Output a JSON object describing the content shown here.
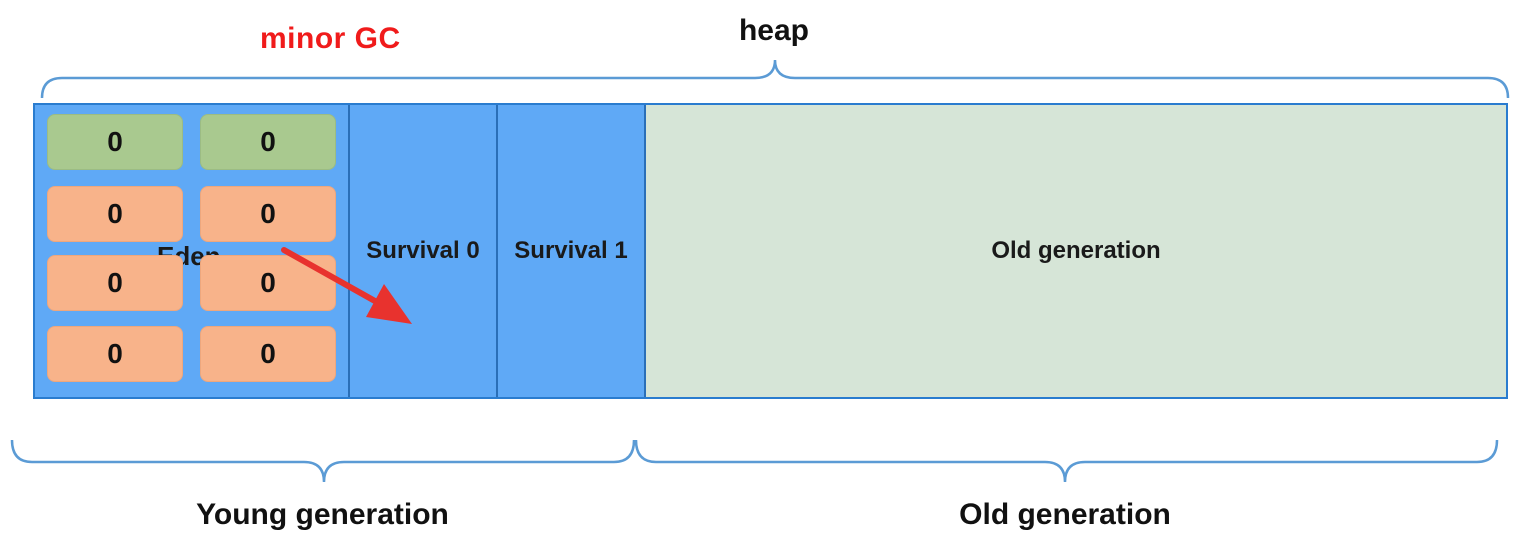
{
  "caption": "minor GC",
  "heap_label": "heap",
  "regions": {
    "eden": "Eden",
    "survival0": "Survival 0",
    "survival1": "Survival 1",
    "old": "Old generation"
  },
  "eden_cells": [
    {
      "value": "0",
      "status": "green"
    },
    {
      "value": "0",
      "status": "green"
    },
    {
      "value": "0",
      "status": "orange"
    },
    {
      "value": "0",
      "status": "orange"
    },
    {
      "value": "0",
      "status": "orange"
    },
    {
      "value": "0",
      "status": "orange"
    },
    {
      "value": "0",
      "status": "orange"
    },
    {
      "value": "0",
      "status": "orange"
    }
  ],
  "bottom_labels": {
    "young": "Young generation",
    "old": "Old generation"
  },
  "colors": {
    "caption": "#f01b1b",
    "young_region": "#5fa9f6",
    "old_region": "#d6e5d7",
    "cell_green": "#a9c98f",
    "cell_orange": "#f8b38a",
    "arrow": "#e8322e",
    "brace": "#5b9bd5"
  }
}
